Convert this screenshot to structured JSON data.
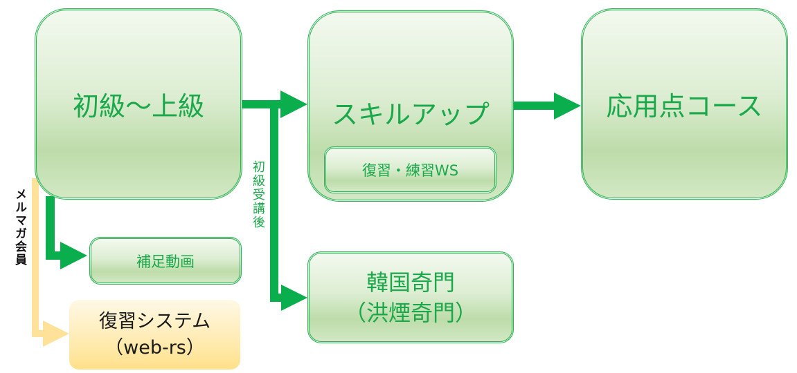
{
  "boxes": {
    "beginner_advanced": "初級～上級",
    "skill_up": "スキルアップ",
    "review_practice_ws": "復習・練習WS",
    "applied_course": "応用点コース",
    "supplementary_video": "補足動画",
    "korean_kimon_line1": "韓国奇門",
    "korean_kimon_line2": "（洪煙奇門）",
    "review_system_line1": "復習システム",
    "review_system_line2": "（web-rs）"
  },
  "labels": {
    "after_beginner": "初級受講後",
    "mailmag_members": "メルマガ会員"
  },
  "colors": {
    "arrow_green": "#0aae4c",
    "box_text_green": "#1aa84a",
    "member_arrow_yellow": "#ffe29a"
  }
}
